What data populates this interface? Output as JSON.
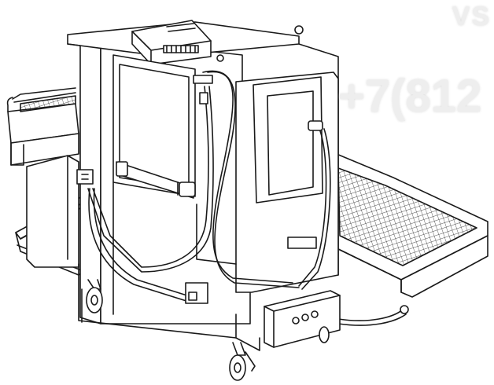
{
  "watermark": {
    "top_text": "VS",
    "phone_text": "+7(812"
  },
  "colors": {
    "background": "#ffffff",
    "line": "#1a1a1a",
    "watermark": "#eeeeee"
  },
  "illustration": {
    "subject": "conveyor-dishwasher-machine",
    "icons": [
      "control-panel-icon",
      "hose-icon",
      "caster-wheel-icon",
      "conveyor-grid-icon"
    ]
  }
}
